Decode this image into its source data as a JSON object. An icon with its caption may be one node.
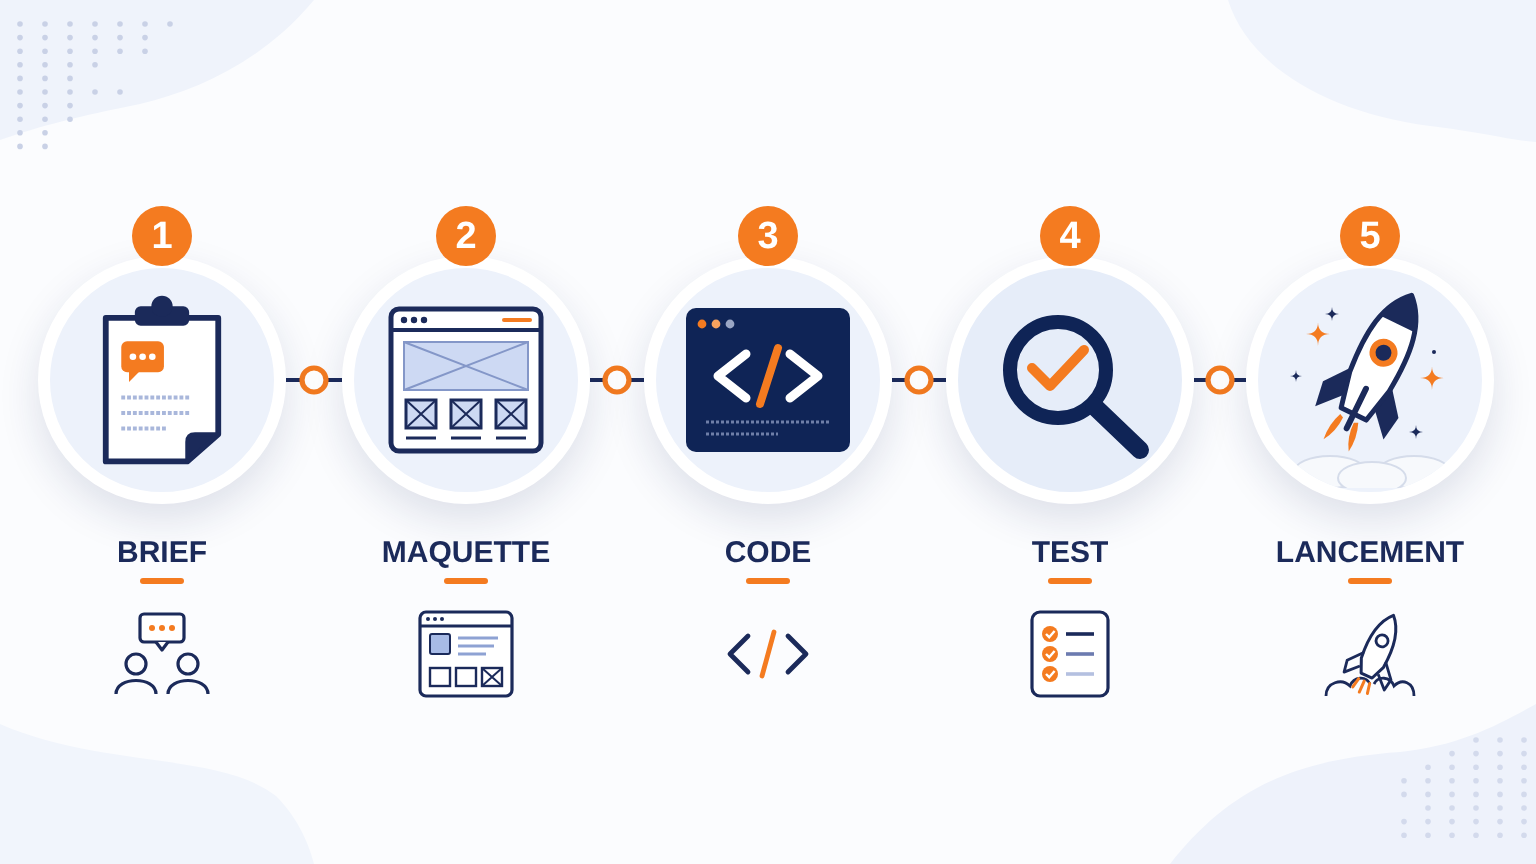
{
  "diagram": {
    "nodes": [
      {
        "text": [
          "1"
        ]
      },
      {
        "text": [
          "BRIEF"
        ]
      },
      {
        "text": [
          "2"
        ]
      },
      {
        "text": [
          "MAQUETTE"
        ]
      },
      {
        "text": [
          "3"
        ]
      },
      {
        "text": [
          "CODE"
        ]
      },
      {
        "text": [
          "4"
        ]
      },
      {
        "text": [
          "TEST"
        ]
      },
      {
        "text": [
          "5"
        ]
      },
      {
        "text": [
          "LANCEMENT"
        ]
      }
    ],
    "edges": [
      {
        "from": 1,
        "to": 3,
        "arrow": "none"
      },
      {
        "from": 3,
        "to": 5,
        "arrow": "none"
      },
      {
        "from": 5,
        "to": 7,
        "arrow": "none"
      },
      {
        "from": 7,
        "to": 9,
        "arrow": "none"
      }
    ]
  }
}
